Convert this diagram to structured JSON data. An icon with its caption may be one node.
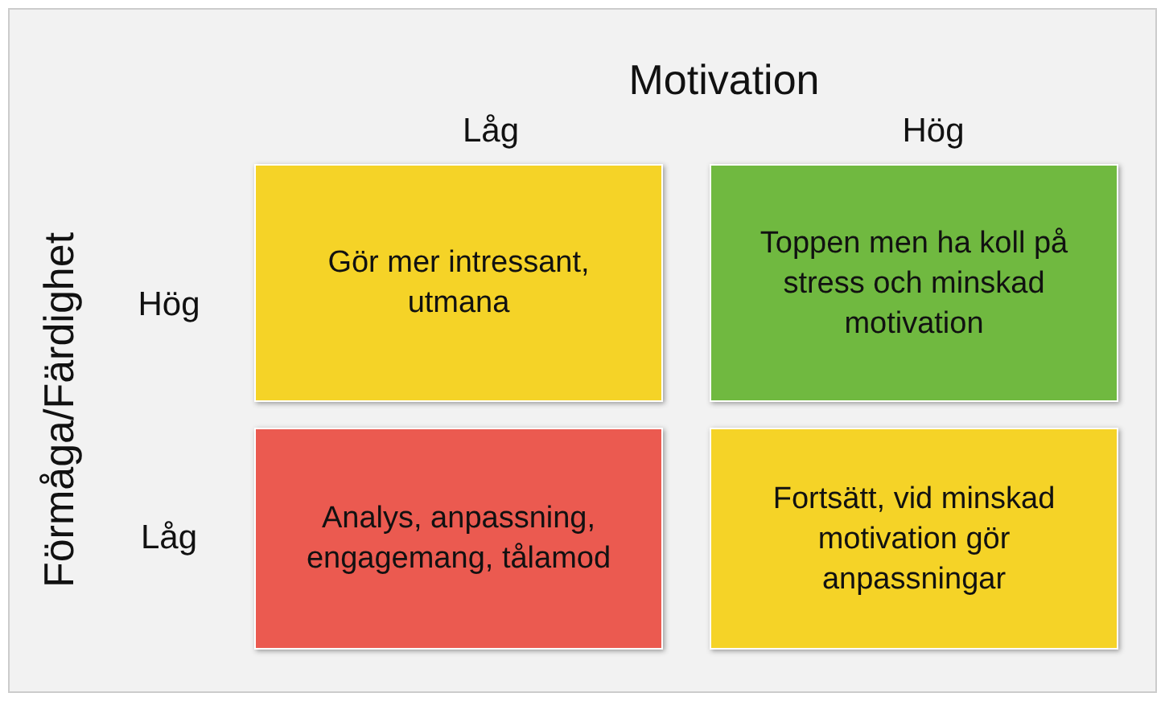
{
  "diagram": {
    "nodes": [
      {
        "text": [
          "Gör mer intressant, utmana"
        ]
      },
      {
        "text": [
          "Toppen men ha koll på stress och minskad motivation"
        ]
      },
      {
        "text": [
          "Analys, anpassning, engagemang, tålamod"
        ]
      },
      {
        "text": [
          "Fortsätt, vid minskad motivation gör anpassningar"
        ]
      }
    ],
    "edges": [],
    "labels": [
      "Motivation",
      "Låg",
      "Hög",
      "Förmåga/Färdighet",
      "Hög",
      "Låg"
    ]
  }
}
